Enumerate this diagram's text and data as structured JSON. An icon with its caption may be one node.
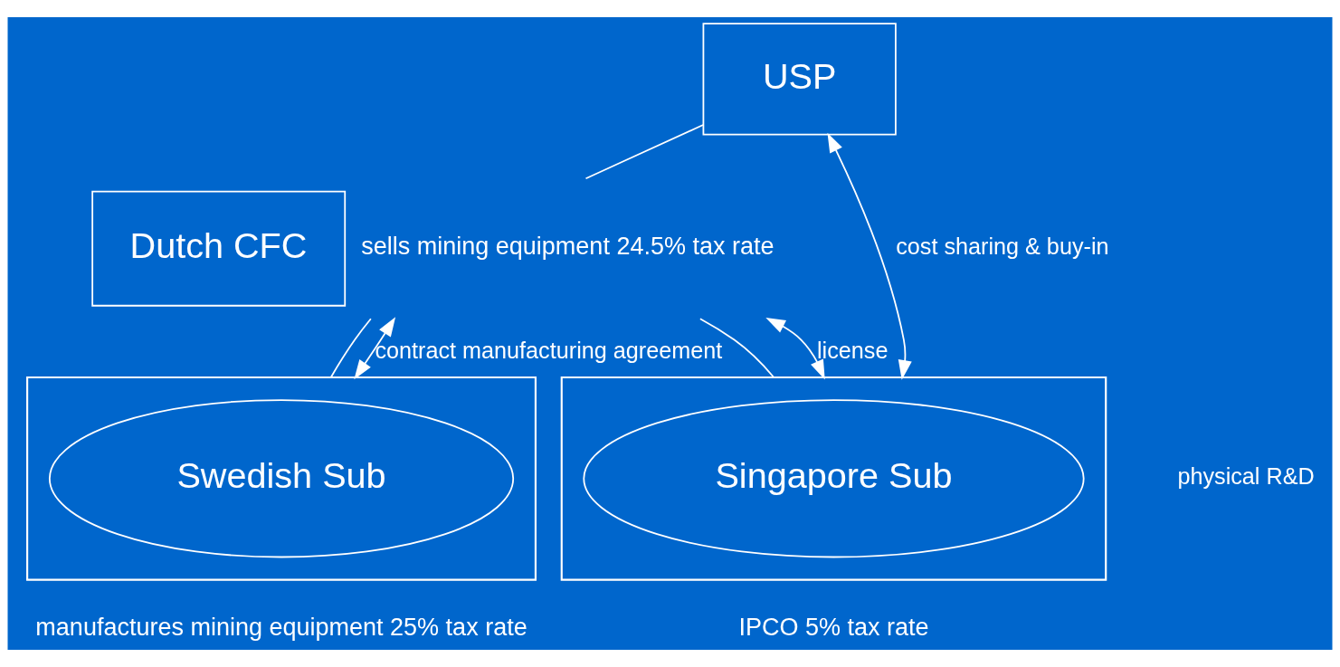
{
  "diagram": {
    "nodes": [
      {
        "text": [
          "USP"
        ]
      },
      {
        "text": [
          "Dutch CFC"
        ],
        "beside": [
          "sells mining equipment 24.5% tax rate"
        ]
      },
      {
        "text": [],
        "shape": "box"
      },
      {
        "text": [
          "Swedish Sub"
        ],
        "in": 2,
        "beside": [
          "manufactures mining equipment 25% tax rate"
        ]
      },
      {
        "text": [],
        "shape": "box"
      },
      {
        "text": [
          "Singapore Sub"
        ],
        "in": 4,
        "beside": [
          "IPCO 5% tax rate"
        ]
      }
    ],
    "edges": [
      {
        "from": 0,
        "to": 1,
        "arrow": "none"
      },
      {
        "from": 1,
        "to": 2,
        "arrow": "none"
      },
      {
        "from": 1,
        "to": 4,
        "arrow": "none"
      },
      {
        "from": 1,
        "to": 2,
        "arrow": "both",
        "label": "contract manufacturing agreement"
      },
      {
        "from": 1,
        "to": 4,
        "arrow": "both",
        "label": "license"
      },
      {
        "from": 0,
        "to": 4,
        "arrow": "both",
        "label": "cost sharing & buy-in"
      }
    ],
    "labels": [
      "physical R&D"
    ]
  }
}
